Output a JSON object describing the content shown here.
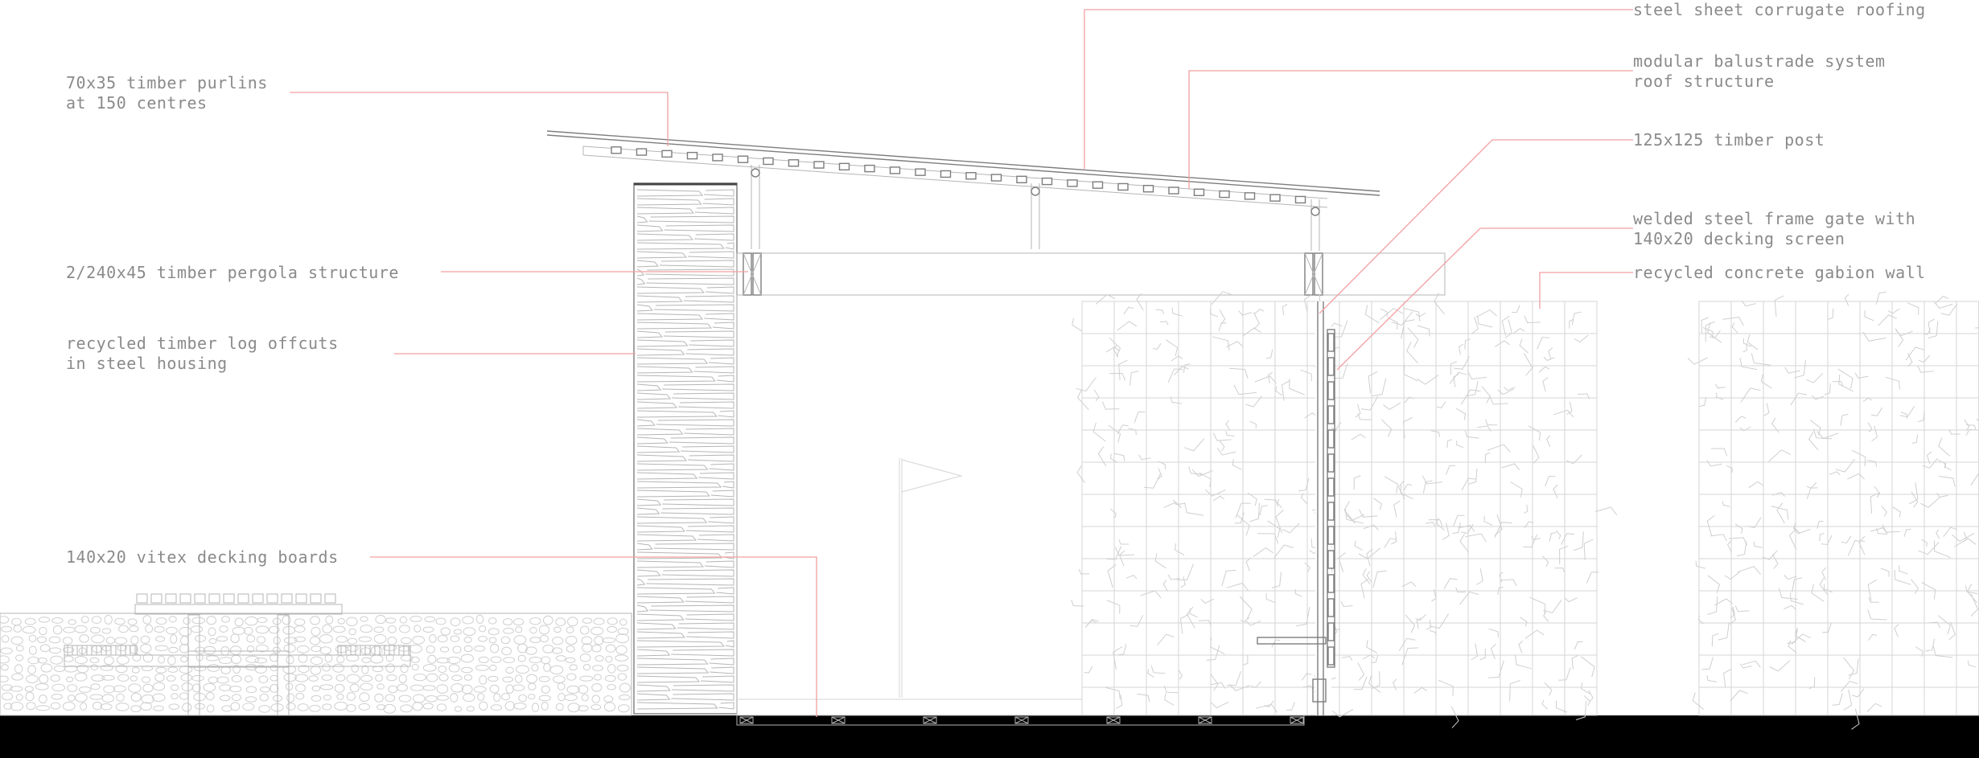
{
  "annotations": {
    "left": {
      "purlins": [
        "70x35 timber purlins",
        "at 150 centres"
      ],
      "pergola": [
        "2/240x45 timber pergola structure"
      ],
      "timber_log": [
        "recycled timber log offcuts",
        "in steel housing"
      ],
      "decking": [
        "140x20 vitex decking boards"
      ]
    },
    "right": {
      "roofing": [
        "steel sheet corrugate roofing"
      ],
      "balustrade": [
        "modular balustrade system",
        "roof structure"
      ],
      "post": [
        "125x125 timber post"
      ],
      "gate": [
        "welded steel frame gate with",
        "140x20 decking screen"
      ],
      "gabion": [
        "recycled concrete gabion wall"
      ]
    }
  },
  "colors": {
    "leader": "#f2a0a0",
    "text": "#8a8a8a",
    "line": "#7d7d7d",
    "ground": "#000000"
  }
}
